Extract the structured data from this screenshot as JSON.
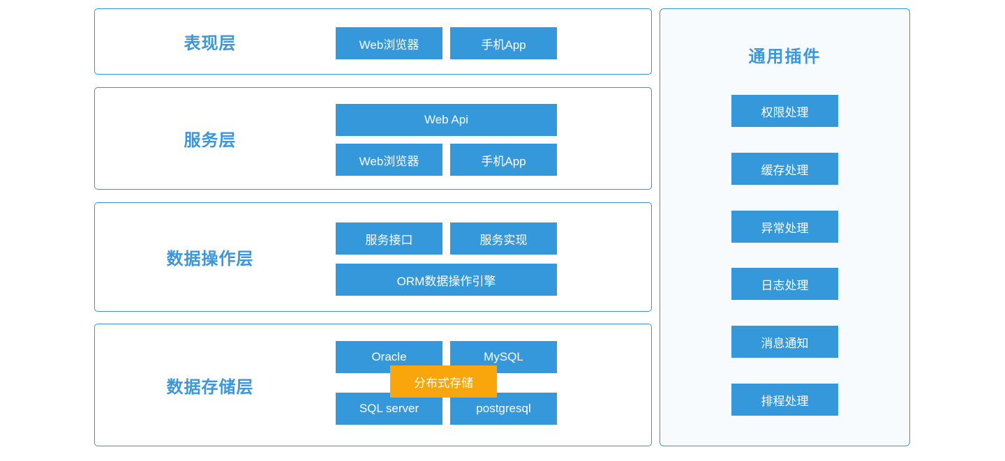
{
  "colors": {
    "node_blue": "#3498DB",
    "border_blue": "#3793D5",
    "label_blue": "#3B97DC",
    "overlay_orange": "#F8A60B",
    "panel_background": "#F7FBFE"
  },
  "layers": [
    {
      "label": "表现层",
      "row1": [
        "Web浏览器",
        "手机App"
      ]
    },
    {
      "label": "服务层",
      "full": "Web Api",
      "row1": [
        "Web浏览器",
        "手机App"
      ]
    },
    {
      "label": "数据操作层",
      "row1": [
        "服务接口",
        "服务实现"
      ],
      "full": "ORM数据操作引擎"
    },
    {
      "label": "数据存储层",
      "row1": [
        "Oracle",
        "MySQL"
      ],
      "row2": [
        "SQL server",
        "postgresql"
      ],
      "overlay": "分布式存储"
    }
  ],
  "plugins_panel": {
    "title": "通用插件",
    "items": [
      "权限处理",
      "缓存处理",
      "异常处理",
      "日志处理",
      "消息通知",
      "排程处理"
    ]
  }
}
